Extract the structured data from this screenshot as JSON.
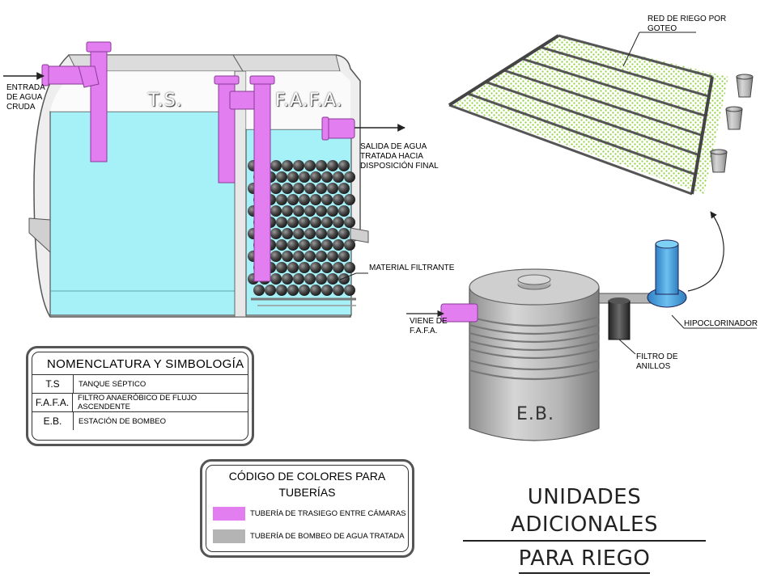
{
  "labels": {
    "entrada": "ENTRADA\nDE AGUA\nCRUDA",
    "ts": "T.S.",
    "fafa": "F.A.F.A.",
    "salida": "SALIDA DE AGUA\nTRATADA HACIA\nDISPOSICIÓN FINAL",
    "material": "MATERIAL FILTRANTE",
    "red_riego": "RED DE RIEGO POR\nGOTEO",
    "viene": "VIENE DE\nF.A.F.A.",
    "hipoclorinador": "HIPOCLORINADOR",
    "filtro": "FILTRO DE\nANILLOS",
    "eb": "E.B."
  },
  "nomenclature": {
    "title": "NOMENCLATURA Y SIMBOLOGÍA",
    "rows": [
      {
        "symbol": "T.S",
        "desc": "TANQUE SÉPTICO"
      },
      {
        "symbol": "F.A.F.A.",
        "desc": "FILTRO ANAERÓBICO DE FLUJO ASCENDENTE"
      },
      {
        "symbol": "E.B.",
        "desc": "ESTACIÓN DE BOMBEO"
      }
    ]
  },
  "color_code": {
    "title": "CÓDIGO DE COLORES PARA\nTUBERÍAS",
    "rows": [
      {
        "color": "#e27ef0",
        "desc": "TUBERÍA DE TRASIEGO ENTRE CÁMARAS"
      },
      {
        "color": "#b4b4b4",
        "desc": "TUBERÍA DE BOMBEO DE AGUA TRATADA"
      }
    ]
  },
  "title": {
    "line1": "UNIDADES ADICIONALES",
    "line2": "PARA RIEGO"
  },
  "colors": {
    "water": "#a6f1f7",
    "pipe_violet": "#e27ef0",
    "hipoclorinador_blue": "#4aa7e0",
    "stone": "#4a4a4a",
    "drip_green": "#8ed03c"
  }
}
